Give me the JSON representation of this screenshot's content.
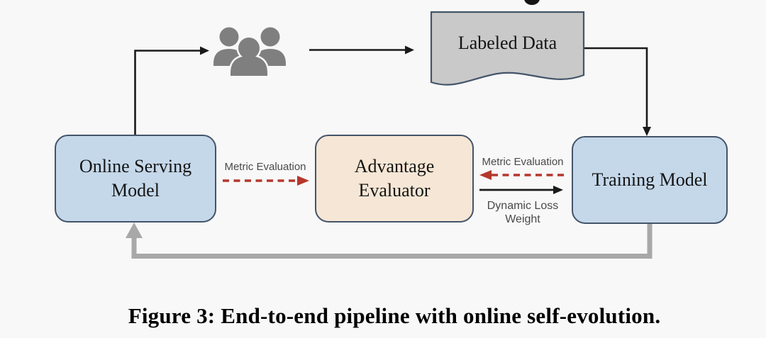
{
  "figure": {
    "caption": "Figure 3: End-to-end pipeline with online self-evolution.",
    "background": "#f8f8f8"
  },
  "colors": {
    "box_blue_fill": "#c5d8ea",
    "box_tan_fill": "#f5e6d5",
    "box_border": "#44546a",
    "document_gray_fill": "#c9c9c9",
    "arrow_black": "#1a1a1a",
    "arrow_red_dashed": "#b5372c",
    "arrow_gray_thick": "#a8a8a8",
    "edge_label_gray": "#4a4a4a",
    "people_icon_gray": "#7f7f7f"
  },
  "nodes": {
    "online_serving_model": {
      "lines": [
        "Online Serving",
        "Model"
      ],
      "shape": "rounded-rect",
      "fill": "#c5d8ea"
    },
    "advantage_evaluator": {
      "lines": [
        "Advantage",
        "Evaluator"
      ],
      "shape": "rounded-rect",
      "fill": "#f5e6d5"
    },
    "training_model": {
      "lines": [
        "Training Model"
      ],
      "shape": "rounded-rect",
      "fill": "#c5d8ea"
    },
    "labeled_data": {
      "label": "Labeled Data",
      "shape": "document",
      "fill": "#c9c9c9"
    },
    "annotators": {
      "icon": "people-group-icon",
      "color": "#7f7f7f"
    }
  },
  "edge_labels": {
    "metric_evaluation_left": "Metric Evaluation",
    "metric_evaluation_right": "Metric Evaluation",
    "dynamic_loss_line1": "Dynamic Loss",
    "dynamic_loss_line2": "Weight"
  },
  "edges": [
    {
      "from": "online-serving-model",
      "to": "annotators",
      "style": "solid-black"
    },
    {
      "from": "annotators",
      "to": "labeled-data",
      "style": "solid-black"
    },
    {
      "from": "labeled-data",
      "to": "training-model",
      "style": "solid-black"
    },
    {
      "from": "online-serving-model",
      "to": "advantage-evaluator",
      "style": "dashed-red",
      "label": "Metric Evaluation"
    },
    {
      "from": "training-model",
      "to": "advantage-evaluator",
      "style": "dashed-red",
      "label": "Metric Evaluation"
    },
    {
      "from": "advantage-evaluator",
      "to": "training-model",
      "style": "solid-black",
      "label": "Dynamic Loss Weight"
    },
    {
      "from": "training-model",
      "to": "online-serving-model",
      "style": "thick-gray"
    }
  ]
}
